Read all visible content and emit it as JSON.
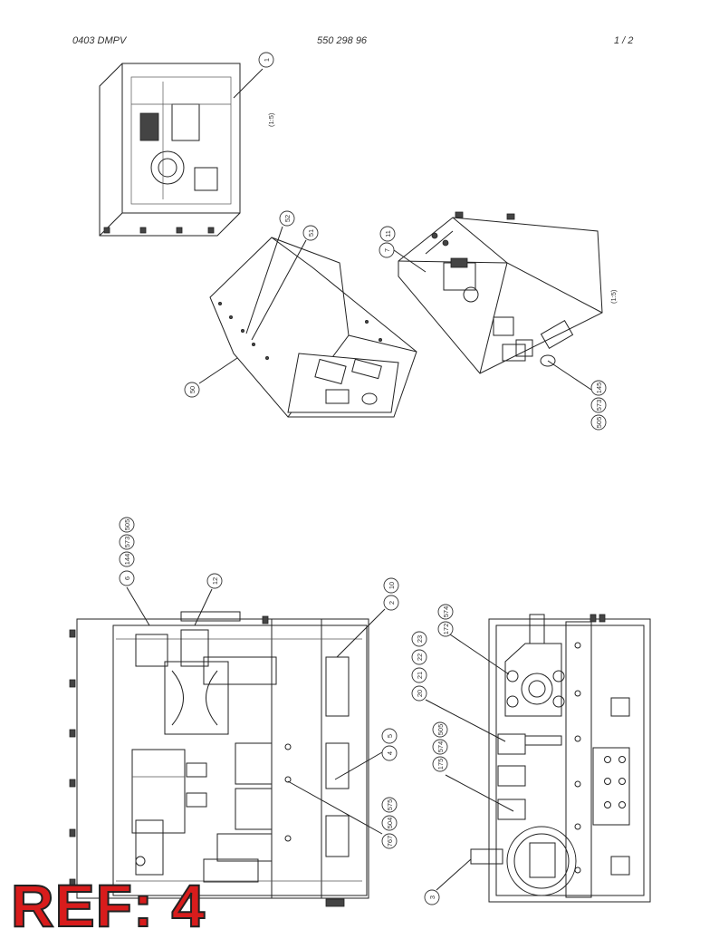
{
  "header": {
    "doc_code": "0403 DMPV",
    "part_number": "550 298 96",
    "page": "1 /  2"
  },
  "scale_labels": [
    "(1:5)",
    "(1:5)"
  ],
  "callouts": {
    "top_view": [
      "1"
    ],
    "cover_view": [
      "52",
      "51",
      "50"
    ],
    "iso_view": [
      "7",
      "11",
      "145",
      "573",
      "505"
    ],
    "left_view": [
      "6",
      "144",
      "573",
      "505",
      "12",
      "2",
      "10",
      "5",
      "4",
      "767",
      "504",
      "575"
    ],
    "right_view": [
      "172",
      "574",
      "20",
      "21",
      "22",
      "23",
      "175",
      "574",
      "505",
      "3"
    ]
  },
  "reference": "REF: 4"
}
